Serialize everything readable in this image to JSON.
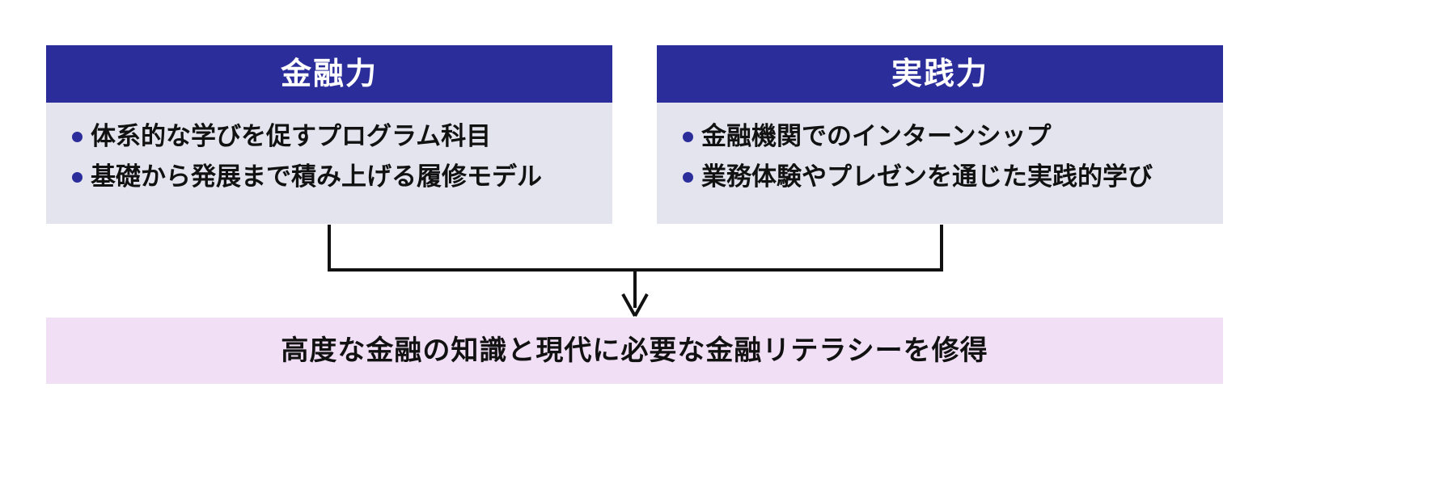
{
  "diagram": {
    "colors": {
      "header_blue": "#2b2d9b",
      "body_lavender": "#e4e4ef",
      "result_pink": "#f0dff5",
      "bullet_dot": "#2b2d9b",
      "text_dark": "#111111",
      "connector": "#111111",
      "background": "#ffffff"
    },
    "pillars": [
      {
        "title": "金融力",
        "bullets": [
          "体系的な学びを促すプログラム科目",
          "基礎から発展まで積み上げる履修モデル"
        ]
      },
      {
        "title": "実践力",
        "bullets": [
          "金融機関でのインターンシップ",
          "業務体験やプレゼンを通じた実践的学び"
        ]
      }
    ],
    "result": {
      "text": "高度な金融の知識と現代に必要な金融リテラシーを修得"
    },
    "connector": {
      "icon": "down-arrow-icon"
    }
  }
}
